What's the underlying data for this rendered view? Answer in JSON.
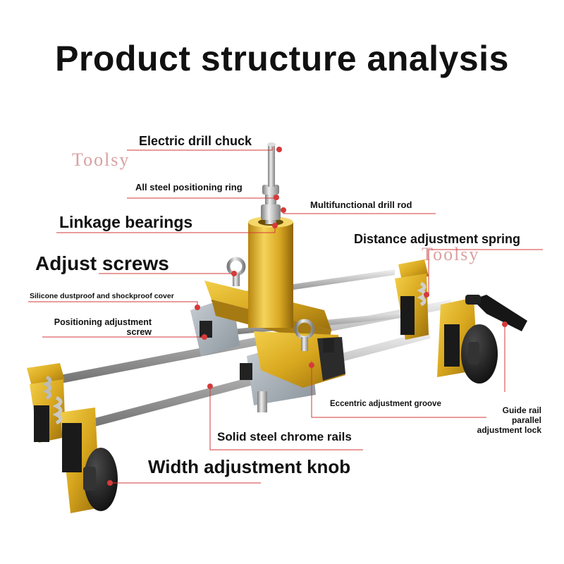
{
  "title": "Product structure analysis",
  "watermark": "Toolsy",
  "accent_color": "#d63a3a",
  "labels": {
    "electric_drill_chuck": "Electric drill chuck",
    "all_steel_positioning_ring": "All steel positioning ring",
    "multifunctional_drill_rod": "Multifunctional drill rod",
    "linkage_bearings": "Linkage bearings",
    "distance_adjustment_spring": "Distance adjustment spring",
    "adjust_screws": "Adjust screws",
    "silicone_cover": "Silicone dustproof and shockproof cover",
    "positioning_screw_1": "Positioning adjustment",
    "positioning_screw_2": "screw",
    "eccentric_groove": "Eccentric adjustment groove",
    "guide_rail_lock_1": "Guide rail",
    "guide_rail_lock_2": "parallel",
    "guide_rail_lock_3": "adjustment lock",
    "solid_steel_rails": "Solid steel chrome rails",
    "width_adjustment_knob": "Width adjustment knob"
  }
}
